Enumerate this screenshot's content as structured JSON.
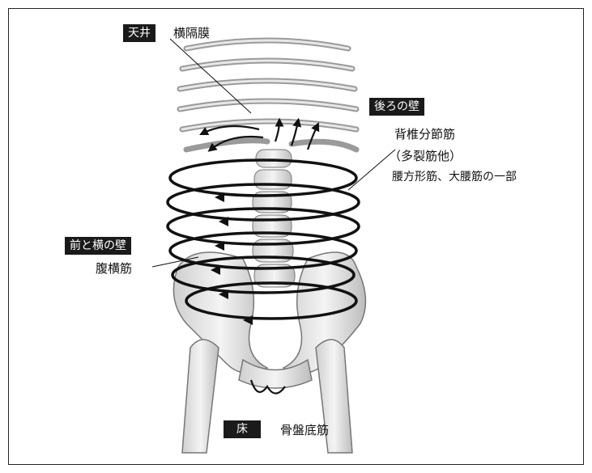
{
  "ceiling": {
    "tag": "天井",
    "muscle": "横隔膜"
  },
  "back_wall": {
    "tag": "後ろの壁",
    "muscle_line1": "背椎分節筋",
    "muscle_line2": "（多裂筋他）",
    "muscle_line3": "腰方形筋、大腰筋の一部"
  },
  "front_side_wall": {
    "tag": "前と横の壁",
    "muscle": "腹横筋"
  },
  "floor": {
    "tag": "床",
    "muscle": "骨盤底筋"
  }
}
